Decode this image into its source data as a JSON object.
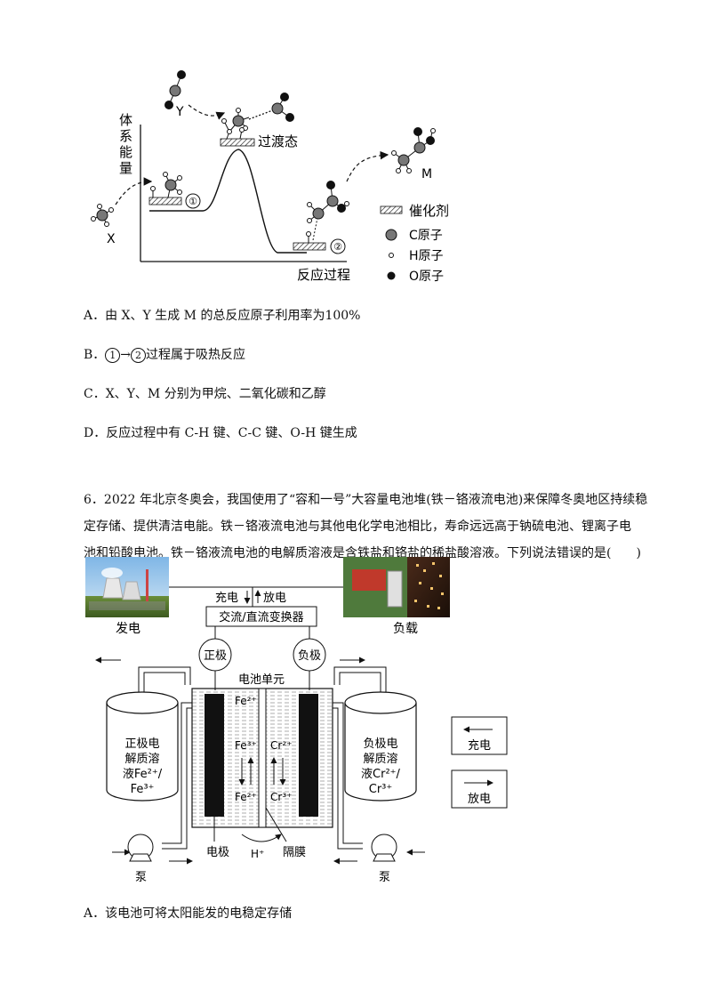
{
  "figure1": {
    "y_axis_label": [
      "体",
      "系",
      "能",
      "量"
    ],
    "x_axis_label": "反应过程",
    "label_X": "X",
    "label_Y": "Y",
    "label_M": "M",
    "transition_state": "过渡态",
    "state1": "①",
    "state2": "②",
    "legend": {
      "catalyst": "催化剂",
      "c_atom": "C原子",
      "h_atom": "H原子",
      "o_atom": "O原子"
    }
  },
  "q5_options": {
    "A": "A．由 X、Y 生成 M 的总反应原子利用率为100%",
    "B_prefix": "B．",
    "B_c1": "1",
    "B_arrow": "→",
    "B_c2": "2",
    "B_suffix": "过程属于吸热反应",
    "C": "C．X、Y、M 分别为甲烷、二氧化碳和乙醇",
    "D": "D．反应过程中有 C-H 键、C-C 键、O-H 键生成"
  },
  "q6": {
    "line1": "6．2022 年北京冬奥会，我国使用了“容和一号”大容量电池堆(铁－铬液流电池)来保障冬奥地区持续稳",
    "line2": "定存储、提供清洁电能。铁－铬液流电池与其他电化学电池相比，寿命远远高于钠硫电池、锂离子电",
    "line3": "池和铅酸电池。铁－铬液流电池的电解质溶液是含铁盐和铬盐的稀盐酸溶液。下列说法错误的是(　　)"
  },
  "figure2": {
    "generate_label": "发电",
    "load_label": "负载",
    "charge_label": "充电",
    "discharge_label": "放电",
    "converter": "交流/直流变换器",
    "positive": "正极",
    "negative": "负极",
    "cell_unit": "电池单元",
    "left_tank": [
      "正极电",
      "解质溶",
      "液Fe²⁺/",
      "Fe³⁺"
    ],
    "right_tank": [
      "负极电",
      "解质溶",
      "液Cr²⁺/",
      "Cr³⁺"
    ],
    "fe2_top": "Fe²⁺",
    "fe3": "Fe³⁺",
    "fe2_bottom": "Fe²⁺",
    "cr2": "Cr²⁺",
    "cr3": "Cr³⁺",
    "electrode": "电极",
    "h_ion": "H⁺",
    "membrane": "隔膜",
    "pump_left": "泵",
    "pump_right": "泵",
    "legend_charge": "充电",
    "legend_discharge": "放电"
  },
  "q6_option_A": "A．该电池可将太阳能发的电稳定存储"
}
